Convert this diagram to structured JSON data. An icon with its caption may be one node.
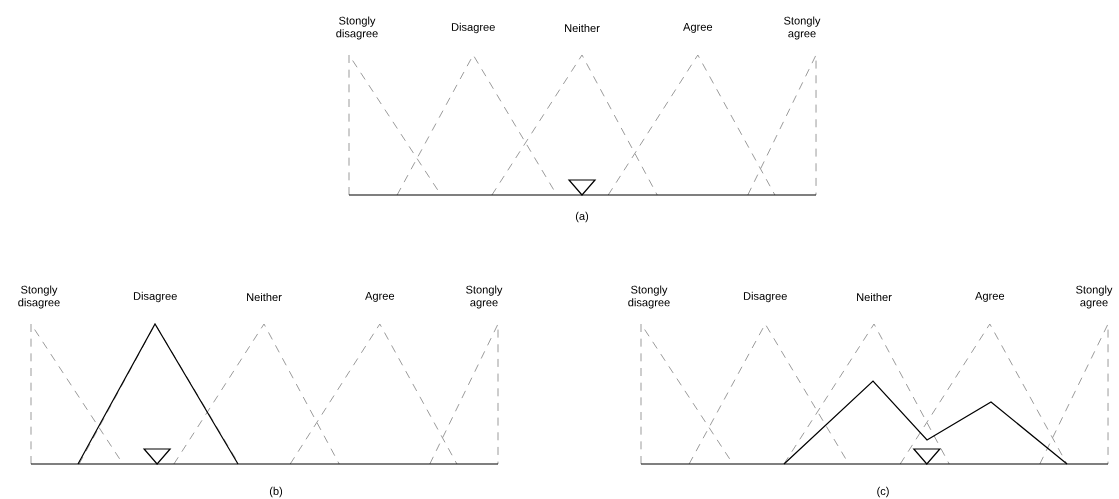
{
  "diagram": {
    "labels": [
      "Stongly disagree",
      "Disagree",
      "Neither",
      "Agree",
      "Stongly agree",
      "(a)",
      "Stongly disagree",
      "Disagree",
      "Neither",
      "Agree",
      "Stongly agree",
      "(b)",
      "Stongly disagree",
      "Disagree",
      "Neither",
      "Agree",
      "Stongly agree",
      "(c)"
    ]
  }
}
